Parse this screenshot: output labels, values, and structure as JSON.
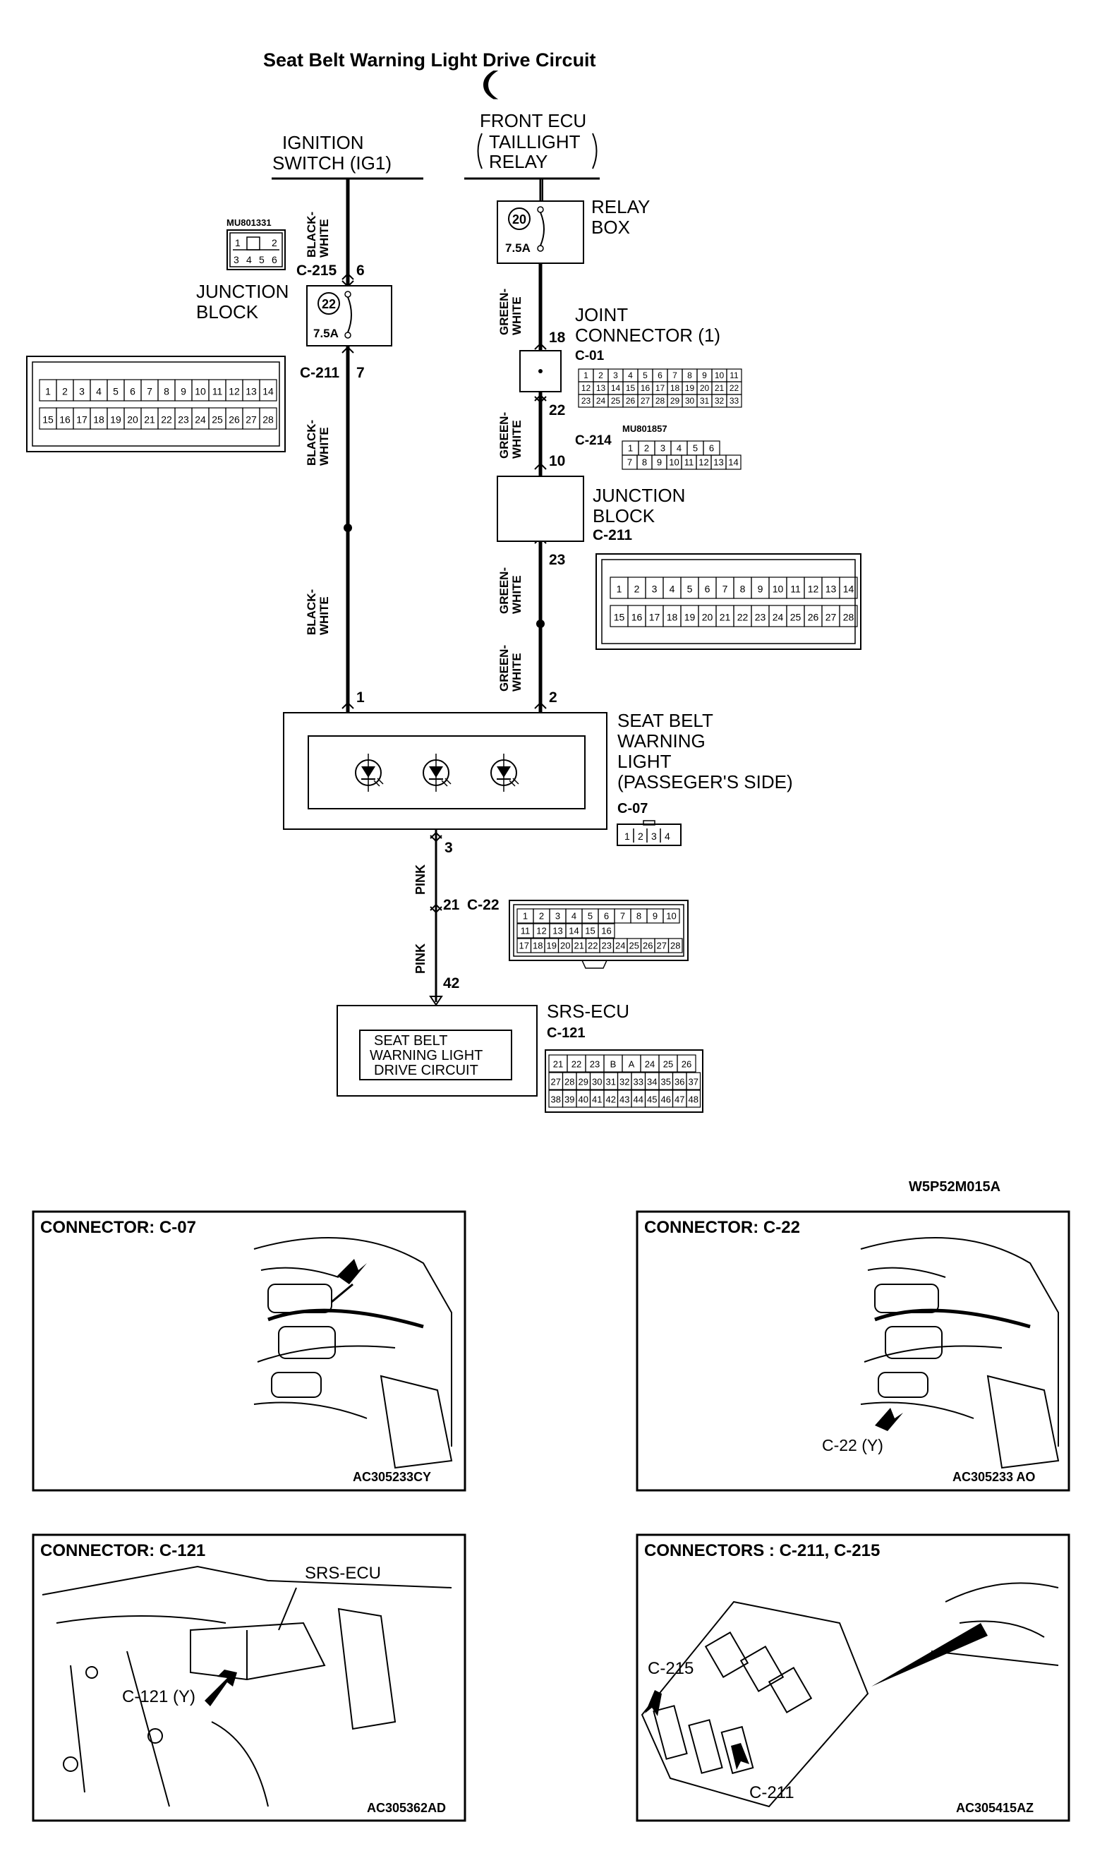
{
  "title": "Seat Belt Warning Light Drive Circuit",
  "source_ignition": [
    "IGNITION",
    "SWITCH (IG1)"
  ],
  "source_front_ecu": [
    "FRONT ECU",
    "TAILLIGHT",
    "RELAY"
  ],
  "relay_box": {
    "label": [
      "RELAY",
      "BOX"
    ],
    "fuse_no": "20",
    "fuse_rating": "7.5A"
  },
  "junction_block_left": {
    "label": [
      "JUNCTION",
      "BLOCK"
    ],
    "fuse_no": "22",
    "fuse_rating": "7.5A"
  },
  "joint_connector": {
    "label": [
      "JOINT",
      "CONNECTOR (1)"
    ],
    "code": "C-01"
  },
  "junction_block_right": {
    "label": [
      "JUNCTION",
      "BLOCK"
    ],
    "code": "C-211"
  },
  "seat_belt_light": {
    "label": [
      "SEAT BELT",
      "WARNING",
      "LIGHT",
      "(PASSEGER'S SIDE)"
    ],
    "code": "C-07"
  },
  "srs_ecu": {
    "label": "SRS-ECU",
    "code": "C-121",
    "inner": [
      "SEAT BELT",
      "WARNING LIGHT",
      "DRIVE CIRCUIT"
    ]
  },
  "wires": {
    "black_white": [
      "BLACK-",
      "WHITE"
    ],
    "green_white": [
      "GREEN-",
      "WHITE"
    ],
    "pink": "PINK"
  },
  "connector_codes": {
    "c215": "C-215",
    "c211": "C-211",
    "c01": "C-01",
    "c214": "C-214",
    "c07": "C-07",
    "c22": "C-22",
    "mu1": "MU801331",
    "mu2": "MU801857"
  },
  "pin_numbers": {
    "p6": "6",
    "p7": "7",
    "p18": "18",
    "p22": "22",
    "p10": "10",
    "p23": "23",
    "p1": "1",
    "p2": "2",
    "p3": "3",
    "p21": "21",
    "p42": "42"
  },
  "connector_pins": {
    "c215": [
      "1",
      "2",
      "3",
      "4",
      "5",
      "6"
    ],
    "c211_top": [
      "1",
      "2",
      "3",
      "4",
      "5",
      "6",
      "7",
      "8",
      "9",
      "10",
      "11",
      "12",
      "13",
      "14"
    ],
    "c211_bottom": [
      "15",
      "16",
      "17",
      "18",
      "19",
      "20",
      "21",
      "22",
      "23",
      "24",
      "25",
      "26",
      "27",
      "28"
    ],
    "c01_r1": [
      "1",
      "2",
      "3",
      "4",
      "5",
      "6",
      "7",
      "8",
      "9",
      "10",
      "11"
    ],
    "c01_r2": [
      "12",
      "13",
      "14",
      "15",
      "16",
      "17",
      "18",
      "19",
      "20",
      "21",
      "22"
    ],
    "c01_r3": [
      "23",
      "24",
      "25",
      "26",
      "27",
      "28",
      "29",
      "30",
      "31",
      "32",
      "33"
    ],
    "c214_r1": [
      "1",
      "2",
      "3",
      "4",
      "5",
      "6"
    ],
    "c214_r2": [
      "7",
      "8",
      "9",
      "10",
      "11",
      "12",
      "13",
      "14"
    ],
    "c07": [
      "1",
      "2",
      "3",
      "4"
    ],
    "c22_r1": [
      "1",
      "2",
      "3",
      "4",
      "5",
      "6",
      "7",
      "8",
      "9",
      "10"
    ],
    "c22_r2": [
      "11",
      "12",
      "13",
      "14",
      "15",
      "16"
    ],
    "c22_r3": [
      "17",
      "18",
      "19",
      "20",
      "21",
      "22",
      "23",
      "24",
      "25",
      "26",
      "27",
      "28"
    ],
    "c121_r1": [
      "21",
      "22",
      "23",
      "B",
      "A",
      "24",
      "25",
      "26"
    ],
    "c121_r2": [
      "27",
      "28",
      "29",
      "30",
      "31",
      "32",
      "33",
      "34",
      "35",
      "36",
      "37"
    ],
    "c121_r3": [
      "38",
      "39",
      "40",
      "41",
      "42",
      "43",
      "44",
      "45",
      "46",
      "47",
      "48"
    ]
  },
  "diagram_id": "W5P52M015A",
  "panels": [
    {
      "title": "CONNECTOR: C-07",
      "code": "AC305233CY",
      "callout": ""
    },
    {
      "title": "CONNECTOR: C-22",
      "code": "AC305233 AO",
      "callout": "C-22 (Y)"
    },
    {
      "title": "CONNECTOR: C-121",
      "code": "AC305362AD",
      "callout": "C-121 (Y)",
      "label": "SRS-ECU"
    },
    {
      "title": "CONNECTORS : C-211, C-215",
      "code": "AC305415AZ",
      "callout": "C-211",
      "callout2": "C-215"
    }
  ]
}
